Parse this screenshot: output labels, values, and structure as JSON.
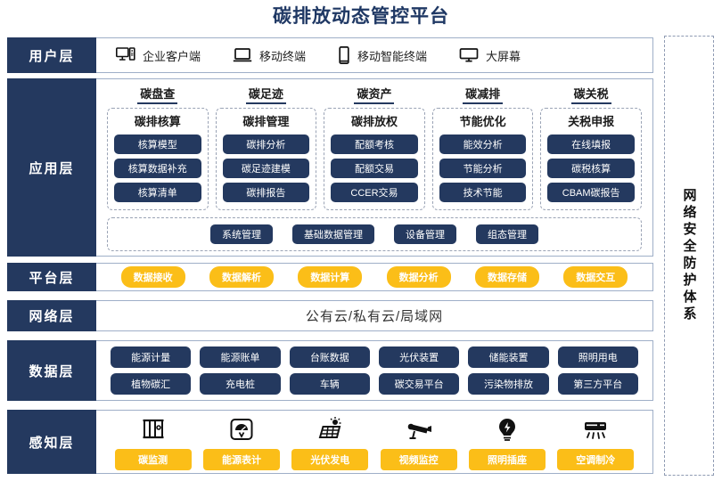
{
  "title": "碳排放动态管控平台",
  "security_column": {
    "label": "网络安全防护体系"
  },
  "layers": {
    "user": {
      "label": "用户层",
      "items": [
        {
          "icon": "desktop-pc-icon",
          "label": "企业客户端"
        },
        {
          "icon": "laptop-icon",
          "label": "移动终端"
        },
        {
          "icon": "smartphone-icon",
          "label": "移动智能终端"
        },
        {
          "icon": "monitor-screen-icon",
          "label": "大屏幕"
        }
      ]
    },
    "app": {
      "label": "应用层",
      "groups": [
        {
          "title": "碳盘查",
          "subtitle": "碳排核算",
          "items": [
            "核算模型",
            "核算数据补充",
            "核算清单"
          ]
        },
        {
          "title": "碳足迹",
          "subtitle": "碳排管理",
          "items": [
            "碳排分析",
            "碳足迹建模",
            "碳排报告"
          ]
        },
        {
          "title": "碳资产",
          "subtitle": "碳排放权",
          "items": [
            "配额考核",
            "配额交易",
            "CCER交易"
          ]
        },
        {
          "title": "碳减排",
          "subtitle": "节能优化",
          "items": [
            "能效分析",
            "节能分析",
            "技术节能"
          ]
        },
        {
          "title": "碳关税",
          "subtitle": "关税申报",
          "items": [
            "在线填报",
            "碳税核算",
            "CBAM碳报告"
          ]
        }
      ],
      "footer_items": [
        "系统管理",
        "基础数据管理",
        "设备管理",
        "组态管理"
      ]
    },
    "platform": {
      "label": "平台层",
      "items": [
        "数据接收",
        "数据解析",
        "数据计算",
        "数据分析",
        "数据存储",
        "数据交互"
      ]
    },
    "network": {
      "label": "网络层",
      "text": "公有云/私有云/局域网"
    },
    "data": {
      "label": "数据层",
      "row1": [
        "能源计量",
        "能源账单",
        "台账数据",
        "光伏装置",
        "储能装置",
        "照明用电"
      ],
      "row2": [
        "植物碳汇",
        "充电桩",
        "车辆",
        "碳交易平台",
        "污染物排放",
        "第三方平台"
      ]
    },
    "sense": {
      "label": "感知层",
      "items": [
        {
          "icon": "carbon-meter-icon",
          "label": "碳监测"
        },
        {
          "icon": "energy-gauge-icon",
          "label": "能源表计"
        },
        {
          "icon": "solar-panel-icon",
          "label": "光伏发电"
        },
        {
          "icon": "cctv-camera-icon",
          "label": "视频监控"
        },
        {
          "icon": "light-bulb-icon",
          "label": "照明插座"
        },
        {
          "icon": "air-conditioner-icon",
          "label": "空调制冷"
        }
      ]
    }
  },
  "colors": {
    "navy": "#24395F",
    "title_blue": "#1F3864",
    "yellow": "#FBBE18",
    "border": "#9FAFC8"
  }
}
